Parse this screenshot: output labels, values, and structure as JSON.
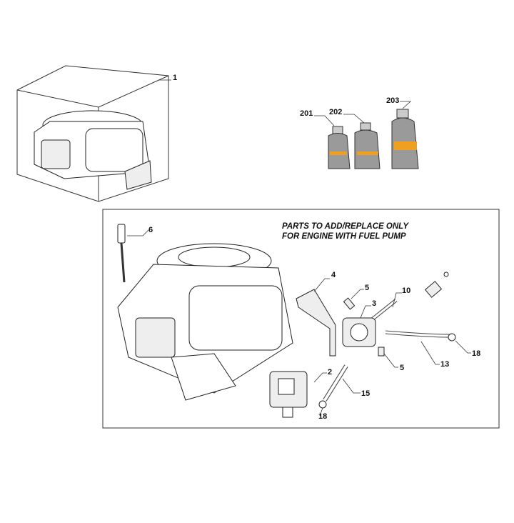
{
  "note": {
    "line1": "PARTS TO ADD/REPLACE ONLY",
    "line2": "FOR ENGINE WITH FUEL PUMP"
  },
  "callouts": {
    "engine_assembly": "1",
    "oil_small": "201",
    "oil_medium": "202",
    "oil_large": "203",
    "dipstick": "6",
    "bracket": "4",
    "screw_top": "5",
    "hose_10": "10",
    "fuel_pump": "3",
    "screw_bottom": "5",
    "hose_13": "13",
    "clamp_right": "18",
    "carburetor": "2",
    "hose_15": "15",
    "clamp_bottom": "18"
  },
  "colors": {
    "label_accent": "#f0a020",
    "bottle": "#8a8a8a"
  }
}
